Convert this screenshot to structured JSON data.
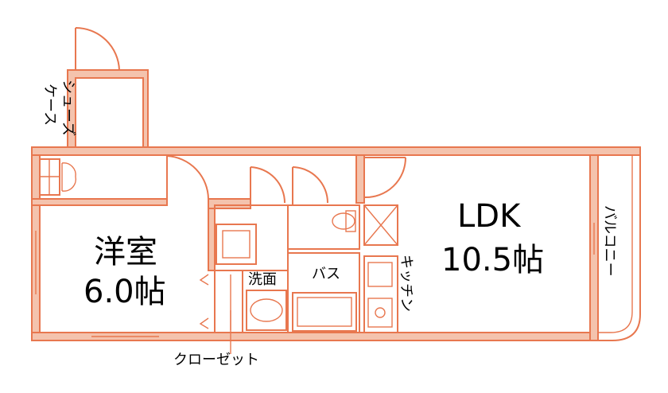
{
  "rooms": {
    "western_room": {
      "name": "洋室",
      "size": "6.0帖"
    },
    "ldk": {
      "name": "LDK",
      "size": "10.5帖"
    }
  },
  "labels": {
    "shoe_case_line1": "シューズ",
    "shoe_case_line2": "ケース",
    "washroom": "洗面",
    "bath": "バス",
    "kitchen": "キッチン",
    "balcony": "バルコニー",
    "closet": "クローゼット"
  },
  "colors": {
    "wall_stroke": "#e8774f",
    "wall_fill": "#f4c3ad",
    "text": "#000000"
  }
}
